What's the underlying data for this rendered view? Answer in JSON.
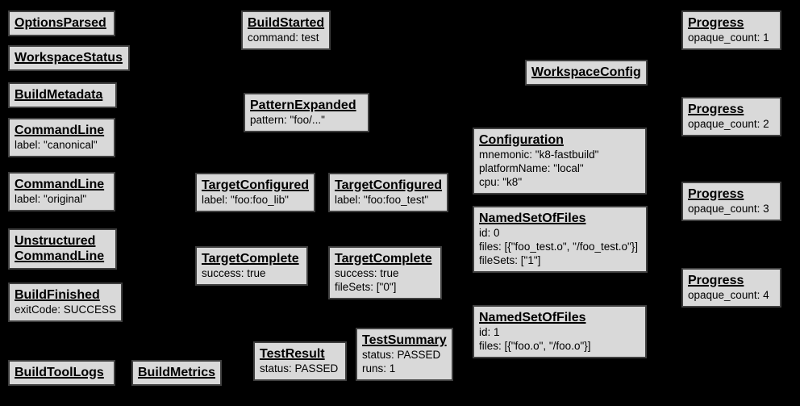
{
  "diagram": {
    "background": "#000000",
    "box_fill": "#d9d9d9",
    "box_border": "#3f3f3f",
    "text_color": "#000000"
  },
  "boxes": [
    {
      "title": "OptionsParsed",
      "lines": []
    },
    {
      "title": "WorkspaceStatus",
      "lines": []
    },
    {
      "title": "BuildMetadata",
      "lines": []
    },
    {
      "title": "CommandLine",
      "lines": [
        "label: \"canonical\""
      ]
    },
    {
      "title": "CommandLine",
      "lines": [
        "label: \"original\""
      ]
    },
    {
      "title": "Unstructured",
      "title2": "CommandLine",
      "lines": []
    },
    {
      "title": "BuildFinished",
      "lines": [
        "exitCode: SUCCESS"
      ]
    },
    {
      "title": "BuildToolLogs",
      "lines": []
    },
    {
      "title": "BuildMetrics",
      "lines": []
    },
    {
      "title": "BuildStarted",
      "lines": [
        "command: test"
      ]
    },
    {
      "title": "PatternExpanded",
      "lines": [
        "pattern: \"foo/...\""
      ]
    },
    {
      "title": "TargetConfigured",
      "lines": [
        "label: \"foo:foo_lib\""
      ]
    },
    {
      "title": "TargetConfigured",
      "lines": [
        "label: \"foo:foo_test\""
      ]
    },
    {
      "title": "TargetComplete",
      "lines": [
        "success: true"
      ]
    },
    {
      "title": "TargetComplete",
      "lines": [
        "success: true",
        "fileSets: [\"0\"]"
      ]
    },
    {
      "title": "TestResult",
      "lines": [
        "status: PASSED"
      ]
    },
    {
      "title": "TestSummary",
      "lines": [
        "status: PASSED",
        "runs: 1"
      ]
    },
    {
      "title": "WorkspaceConfig",
      "lines": []
    },
    {
      "title": "Configuration",
      "lines": [
        "mnemonic: \"k8-fastbuild\"",
        "platformName: \"local\"",
        "cpu: \"k8\""
      ]
    },
    {
      "title": "NamedSetOfFiles",
      "lines": [
        "id: 0",
        "files: [{\"foo_test.o\", \"/foo_test.o\"}]",
        "fileSets: [\"1\"]"
      ]
    },
    {
      "title": "NamedSetOfFiles",
      "lines": [
        "id: 1",
        "files: [{\"foo.o\", \"/foo.o\"}]"
      ]
    },
    {
      "title": "Progress",
      "lines": [
        "opaque_count: 1"
      ]
    },
    {
      "title": "Progress",
      "lines": [
        "opaque_count: 2"
      ]
    },
    {
      "title": "Progress",
      "lines": [
        "opaque_count: 3"
      ]
    },
    {
      "title": "Progress",
      "lines": [
        "opaque_count: 4"
      ]
    }
  ]
}
